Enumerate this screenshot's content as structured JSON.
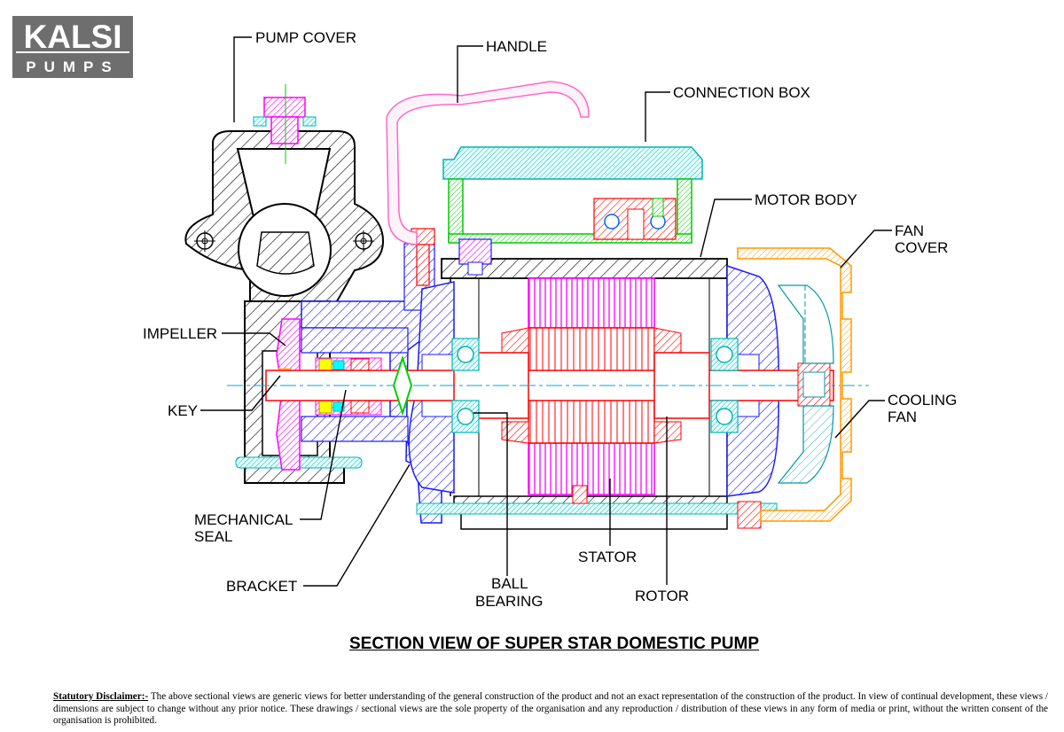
{
  "logo": {
    "line1": "KALSI",
    "line2": "PUMPS"
  },
  "labels": {
    "pump_cover": "PUMP COVER",
    "handle": "HANDLE",
    "connection_box": "CONNECTION BOX",
    "motor_body": "MOTOR BODY",
    "fan_cover_1": "FAN",
    "fan_cover_2": "COVER",
    "impeller": "IMPELLER",
    "key": "KEY",
    "cooling_fan_1": "COOLING",
    "cooling_fan_2": "FAN",
    "mechanical_seal_1": "MECHANICAL",
    "mechanical_seal_2": "SEAL",
    "bracket": "BRACKET",
    "ball_bearing_1": "BALL",
    "ball_bearing_2": "BEARING",
    "stator": "STATOR",
    "rotor": "ROTOR"
  },
  "title": "SECTION VIEW OF SUPER STAR DOMESTIC PUMP",
  "disclaimer": {
    "heading": "Statutory Disclaimer:-",
    "text": "The above sectional views are generic views for better understanding of the general construction of the product and not an exact representation of the construction of the product. In view of continual development, these views / dimensions are subject to change without any prior notice. These drawings / sectional views are the sole property of the organisation and any reproduction / distribution of these views in any form of media or print, without the written consent of the organisation is prohibited."
  },
  "colors": {
    "hatch_black": "#000000",
    "body_blue": "#1a1aff",
    "impeller_magenta": "#ff00ff",
    "shaft_red": "#ff0000",
    "box_cyan": "#00cccc",
    "box_green": "#00cc00",
    "fan_orange": "#ff9900",
    "handle_pink": "#ff66cc",
    "logo_gray": "#666666"
  }
}
